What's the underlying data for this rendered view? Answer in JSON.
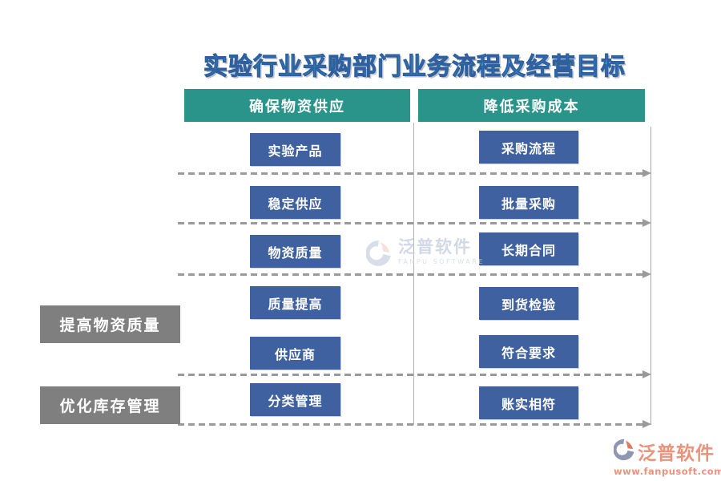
{
  "title": "实验行业采购部门业务流程及经营目标",
  "columns": [
    {
      "header": "确保物资供应",
      "boxes": [
        "实验产品",
        "稳定供应",
        "物资质量",
        "质量提高",
        "供应商",
        "分类管理"
      ]
    },
    {
      "header": "降低采购成本",
      "boxes": [
        "采购流程",
        "批量采购",
        "长期合同",
        "到货检验",
        "符合要求",
        "账实相符"
      ]
    }
  ],
  "side_labels": [
    "提高物资质量",
    "优化库存管理"
  ],
  "watermark": {
    "name": "泛普软件",
    "sub": "FANPU SOFTWARE"
  },
  "logo": {
    "name": "泛普软件",
    "url": "www.fanpusoft.com"
  },
  "colors": {
    "title_blue": "#31b4e8",
    "header_teal": "#2a948a",
    "box_blue": "#40619f",
    "box_gray": "#7f7f7f",
    "dash_gray": "#9a9a9a",
    "logo_salmon": "#e8937d",
    "watermark_gray_blue": "#c3cbdd"
  }
}
